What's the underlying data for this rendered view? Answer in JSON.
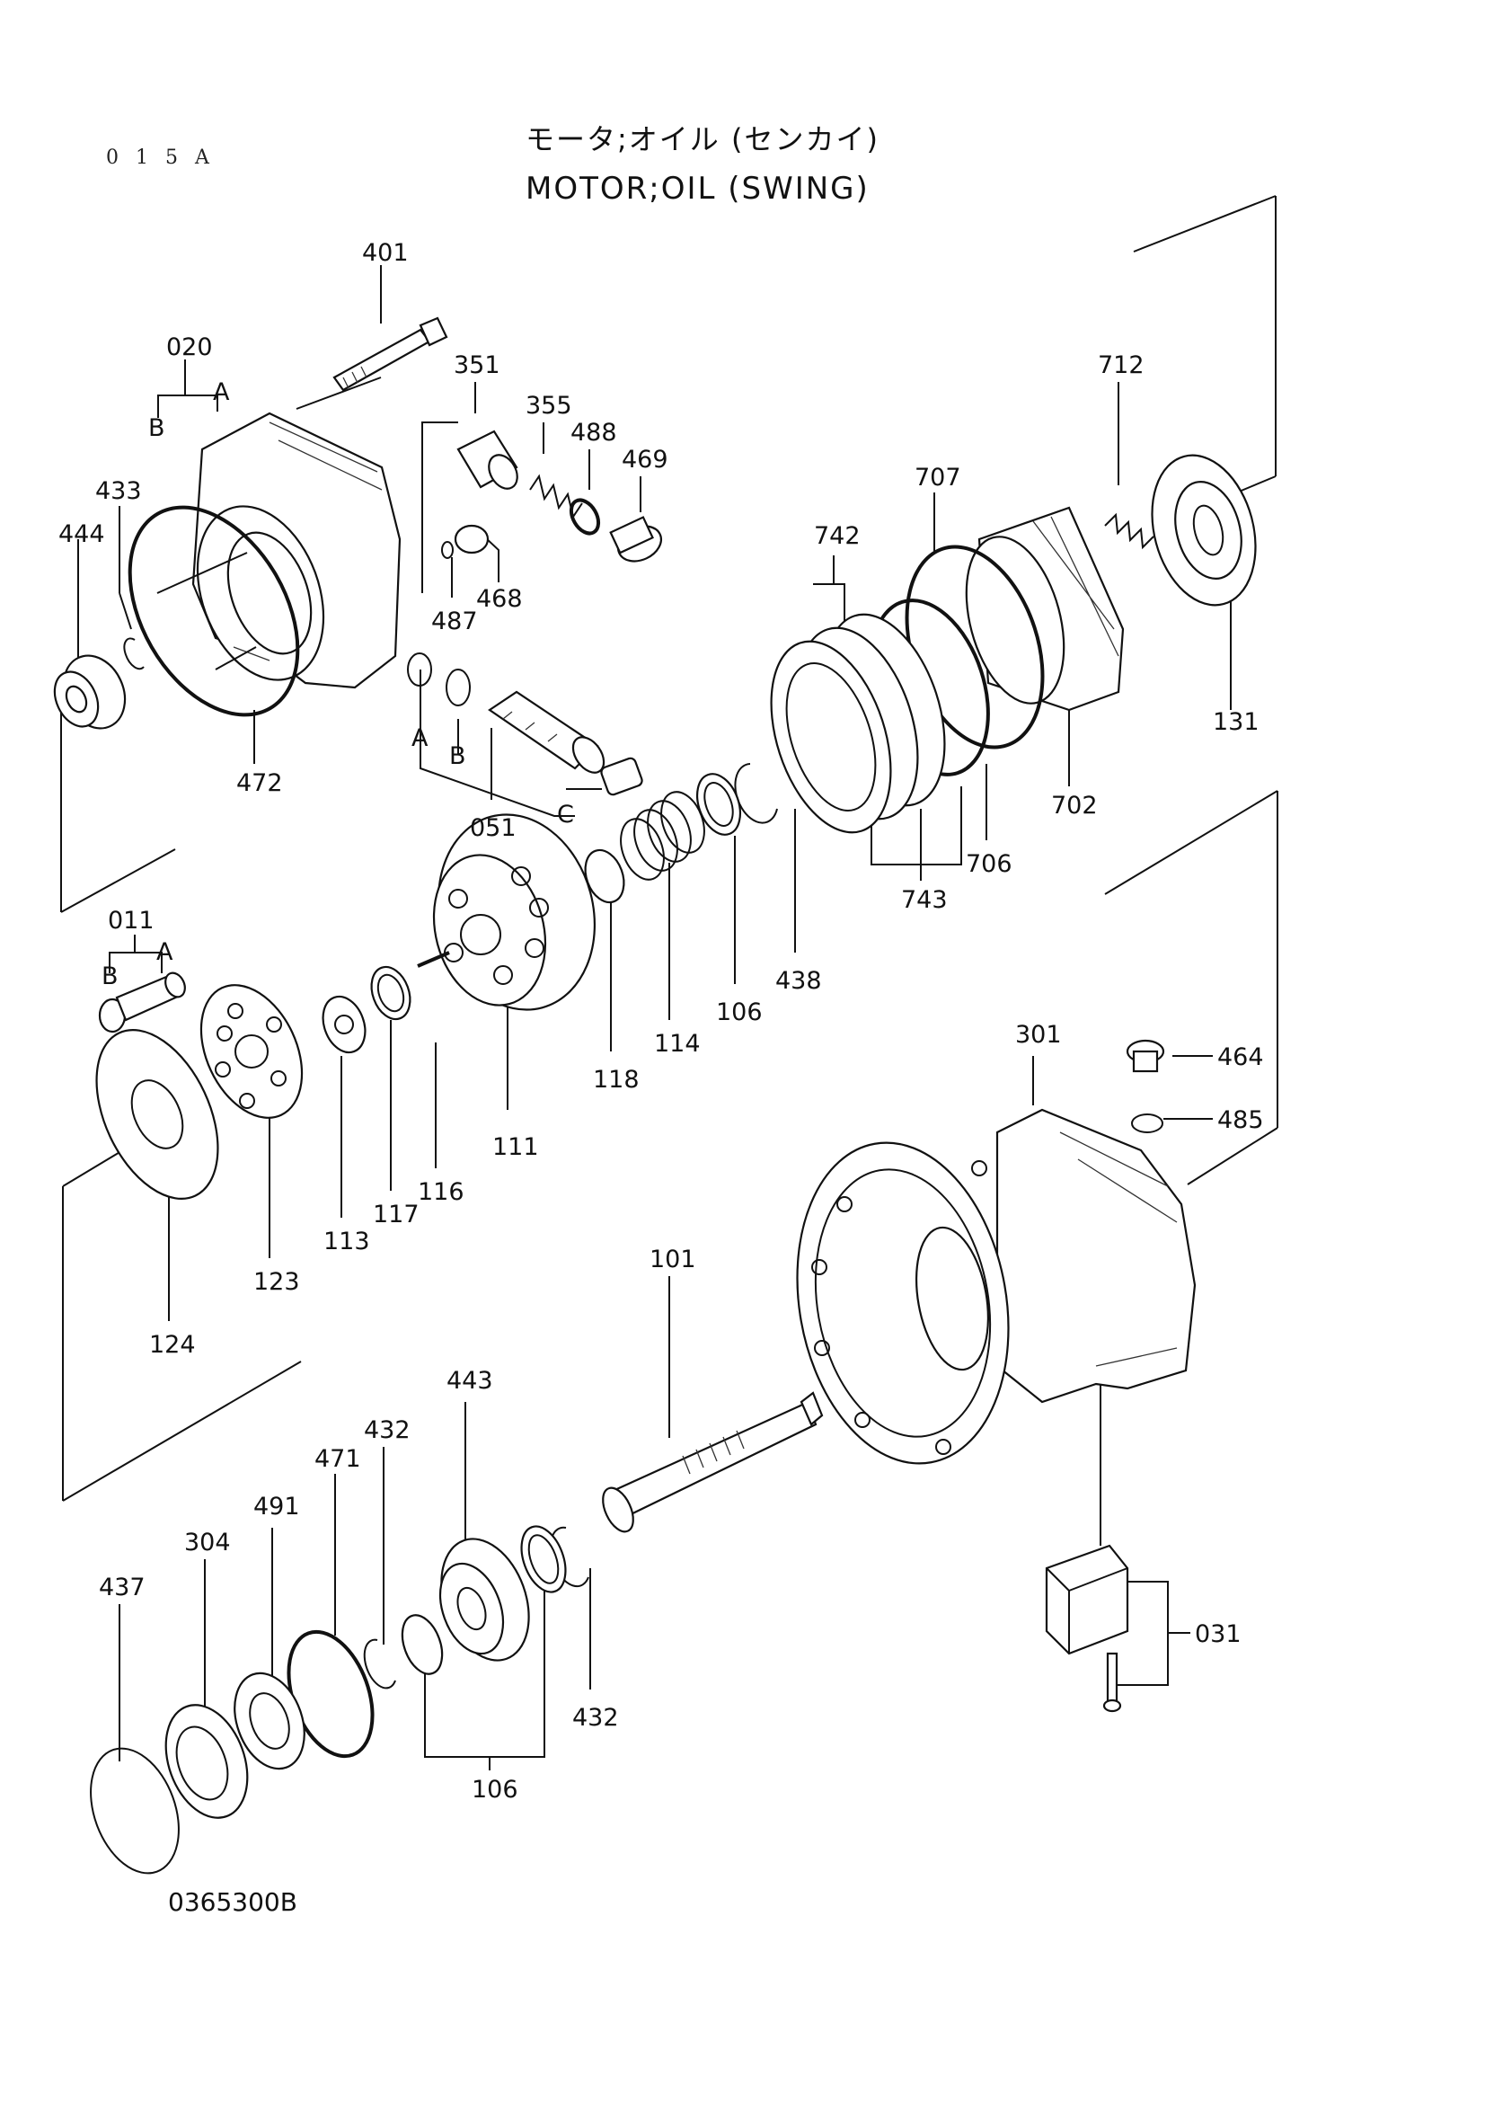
{
  "page_code": "0 1 5 A",
  "title_jp": "モータ;オイル (センカイ)",
  "title_en": "MOTOR;OIL (SWING)",
  "drawing_number": "0365300B",
  "callouts": {
    "p401": "401",
    "p020": "020",
    "p020_a": "A",
    "p020_b": "B",
    "p351": "351",
    "p355": "355",
    "p488": "488",
    "p469": "469",
    "p712": "712",
    "p707": "707",
    "p742": "742",
    "p433": "433",
    "p444": "444",
    "p472": "472",
    "p487": "487",
    "p468": "468",
    "p051_a": "A",
    "p051_b": "B",
    "p051_c": "C",
    "p051": "051",
    "p131": "131",
    "p702": "702",
    "p706": "706",
    "p743": "743",
    "p438": "438",
    "p106a": "106",
    "p114": "114",
    "p118": "118",
    "p011": "011",
    "p011_b": "B",
    "p011_a": "A",
    "p111": "111",
    "p116": "116",
    "p117": "117",
    "p113": "113",
    "p123": "123",
    "p124": "124",
    "p301": "301",
    "p464": "464",
    "p485": "485",
    "p101": "101",
    "p443": "443",
    "p432a": "432",
    "p471": "471",
    "p491": "491",
    "p304": "304",
    "p437": "437",
    "p432b": "432",
    "p106b": "106",
    "p031": "031"
  }
}
